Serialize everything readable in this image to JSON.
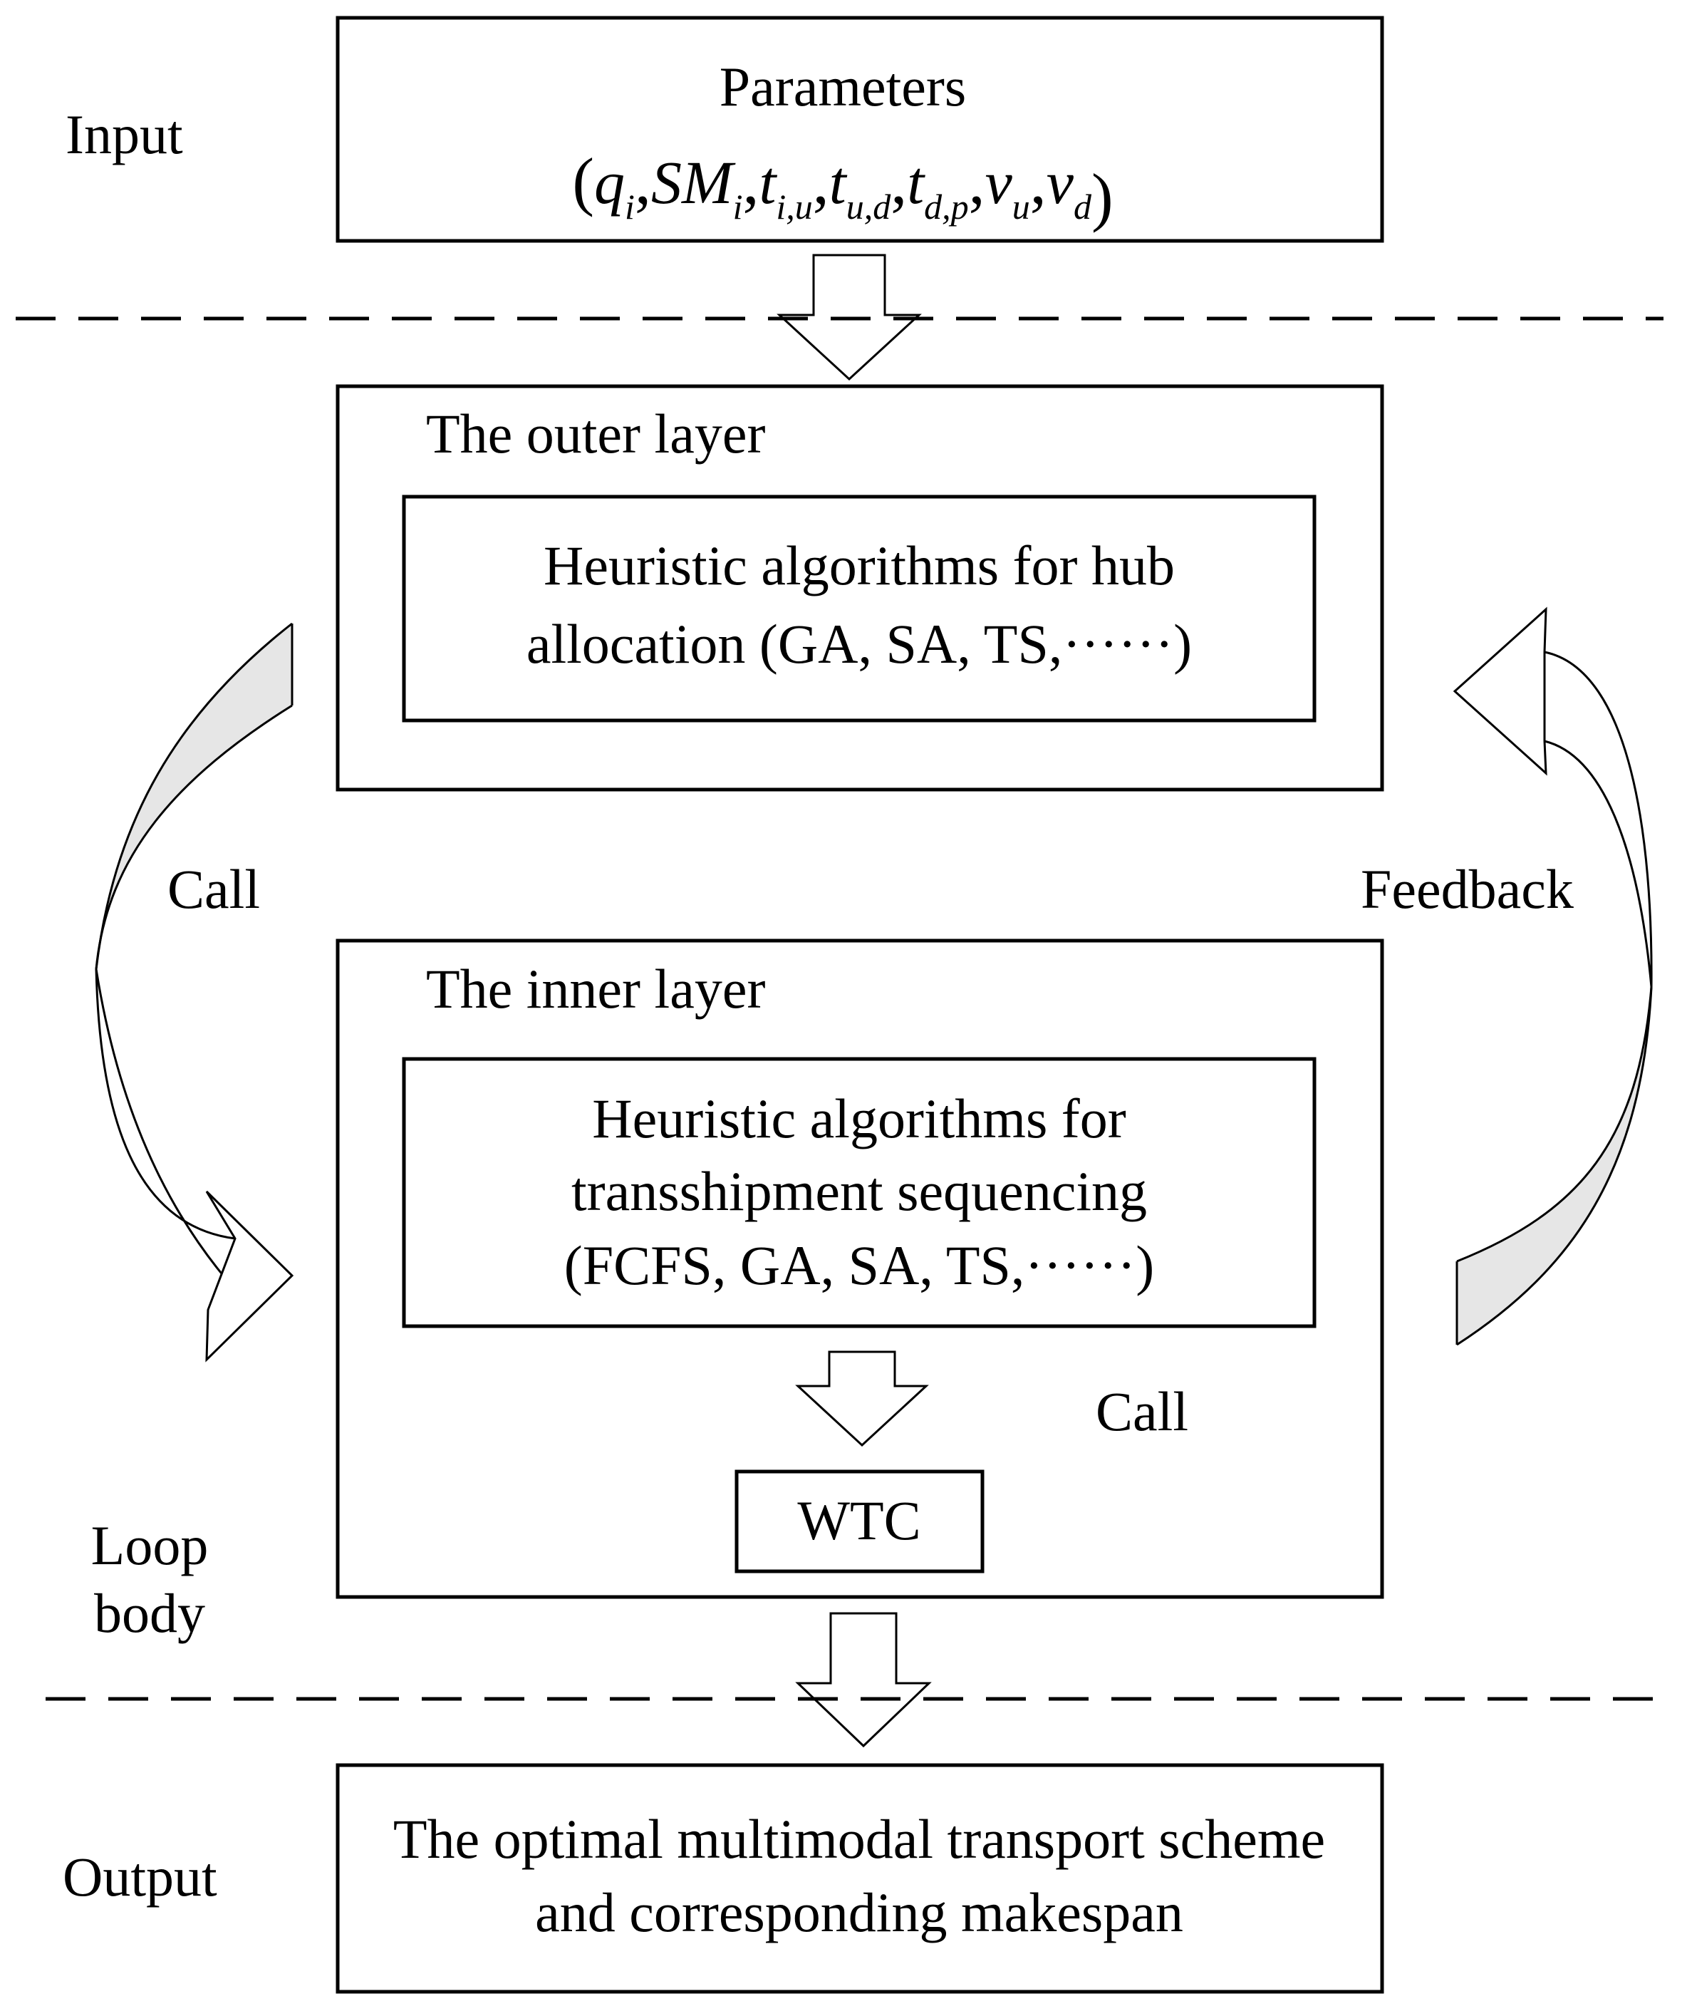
{
  "input_label": "Input",
  "parameters_title": "Parameters",
  "parameters_formula": {
    "open": "(",
    "close": ")",
    "terms": [
      {
        "base": "q",
        "sub": "i"
      },
      {
        "base": "SM",
        "sub": "i"
      },
      {
        "base": "t",
        "sub": "i,u"
      },
      {
        "base": "t",
        "sub": "u,d"
      },
      {
        "base": "t",
        "sub": "d,p"
      },
      {
        "base": "v",
        "sub": "u"
      },
      {
        "base": "v",
        "sub": "d"
      }
    ]
  },
  "outer_layer": {
    "title": "The outer layer",
    "inner_box_line1": "Heuristic algorithms for hub",
    "inner_box_line2": "allocation (GA, SA, TS,······)"
  },
  "call_left_label": "Call",
  "feedback_label": "Feedback",
  "inner_layer": {
    "title": "The inner layer",
    "inner_box_line1": "Heuristic algorithms for",
    "inner_box_line2": "transshipment sequencing",
    "inner_box_line3": "(FCFS, GA, SA, TS,······)",
    "call_label": "Call",
    "wtc_label": "WTC"
  },
  "loop_body_line1": "Loop",
  "loop_body_line2": "body",
  "output_label": "Output",
  "output_line1": "The optimal multimodal transport scheme",
  "output_line2": "and corresponding makespan"
}
